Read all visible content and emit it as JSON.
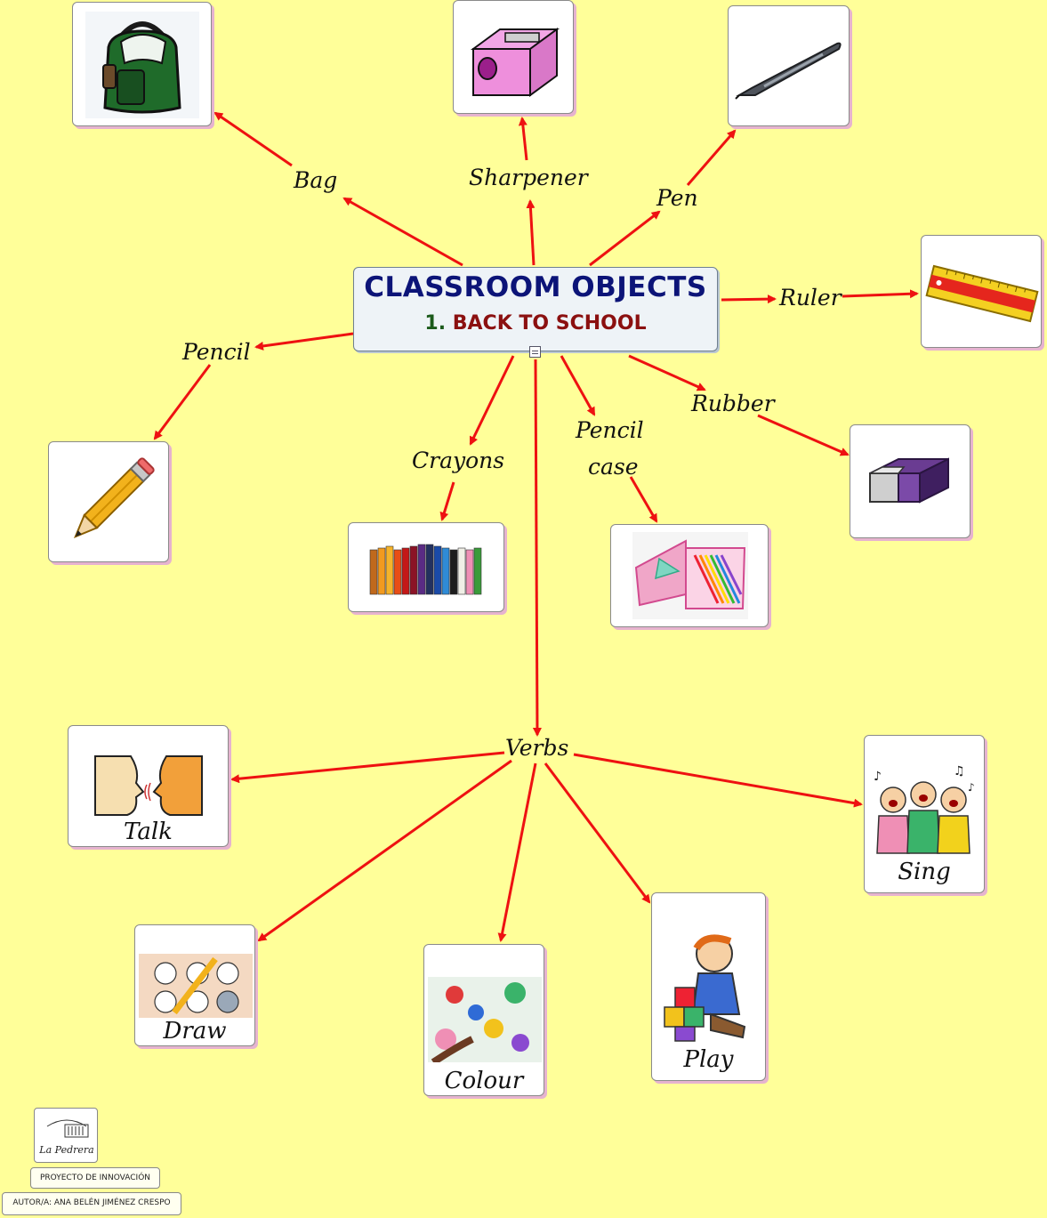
{
  "central": {
    "title": "CLASSROOM OBJECTS",
    "number": "1.",
    "subtitle": "BACK TO SCHOOL"
  },
  "labels": {
    "bag": "Bag",
    "sharpener": "Sharpener",
    "pen": "Pen",
    "ruler": "Ruler",
    "pencil": "Pencil",
    "crayons": "Crayons",
    "pencil_case_1": "Pencil",
    "pencil_case_2": "case",
    "rubber": "Rubber",
    "verbs": "Verbs"
  },
  "verb_cards": {
    "talk": "Talk",
    "draw": "Draw",
    "colour": "Colour",
    "play": "Play",
    "sing": "Sing"
  },
  "footer": {
    "logo_text": "La Pedrera",
    "project": "PROYECTO DE INNOVACIÓN",
    "author": "AUTOR/A: ANA BELÉN JIMÉNEZ CRESPO"
  },
  "colors": {
    "background": "#ffff99",
    "arrow": "#ee1111",
    "title": "#0c1478",
    "subtitle": "#8b1010"
  }
}
